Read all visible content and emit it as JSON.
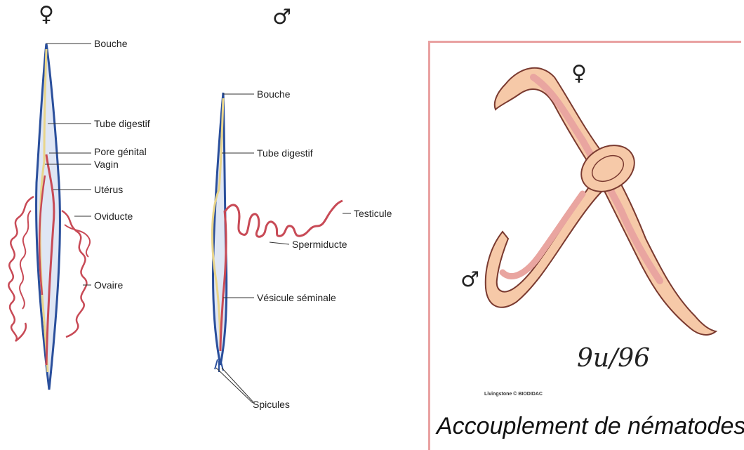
{
  "female": {
    "symbol": "♀",
    "labels": {
      "bouche": "Bouche",
      "tube": "Tube digestif",
      "pore": "Pore génital",
      "vagin": "Vagin",
      "uterus": "Utérus",
      "oviducte": "Oviducte",
      "ovaire": "Ovaire"
    }
  },
  "male": {
    "symbol": "♂",
    "labels": {
      "bouche": "Bouche",
      "tube": "Tube digestif",
      "testicule": "Testicule",
      "spermiducte": "Spermiducte",
      "vesicule": "Vésicule séminale",
      "spicules": "Spicules"
    }
  },
  "mating": {
    "female_symbol": "♀",
    "male_symbol": "♂",
    "signature": "9u/96",
    "credit": "Livingstone © BIODIDAC",
    "caption": "Accouplement de nématodes",
    "colors": {
      "frame": "#e9a1a1",
      "worm": "#f6c9a8",
      "gut": "#e9a5a0"
    }
  },
  "colors": {
    "body": "#2a4f9c",
    "gut": "#e9d58a",
    "repro": "#c84a56"
  }
}
